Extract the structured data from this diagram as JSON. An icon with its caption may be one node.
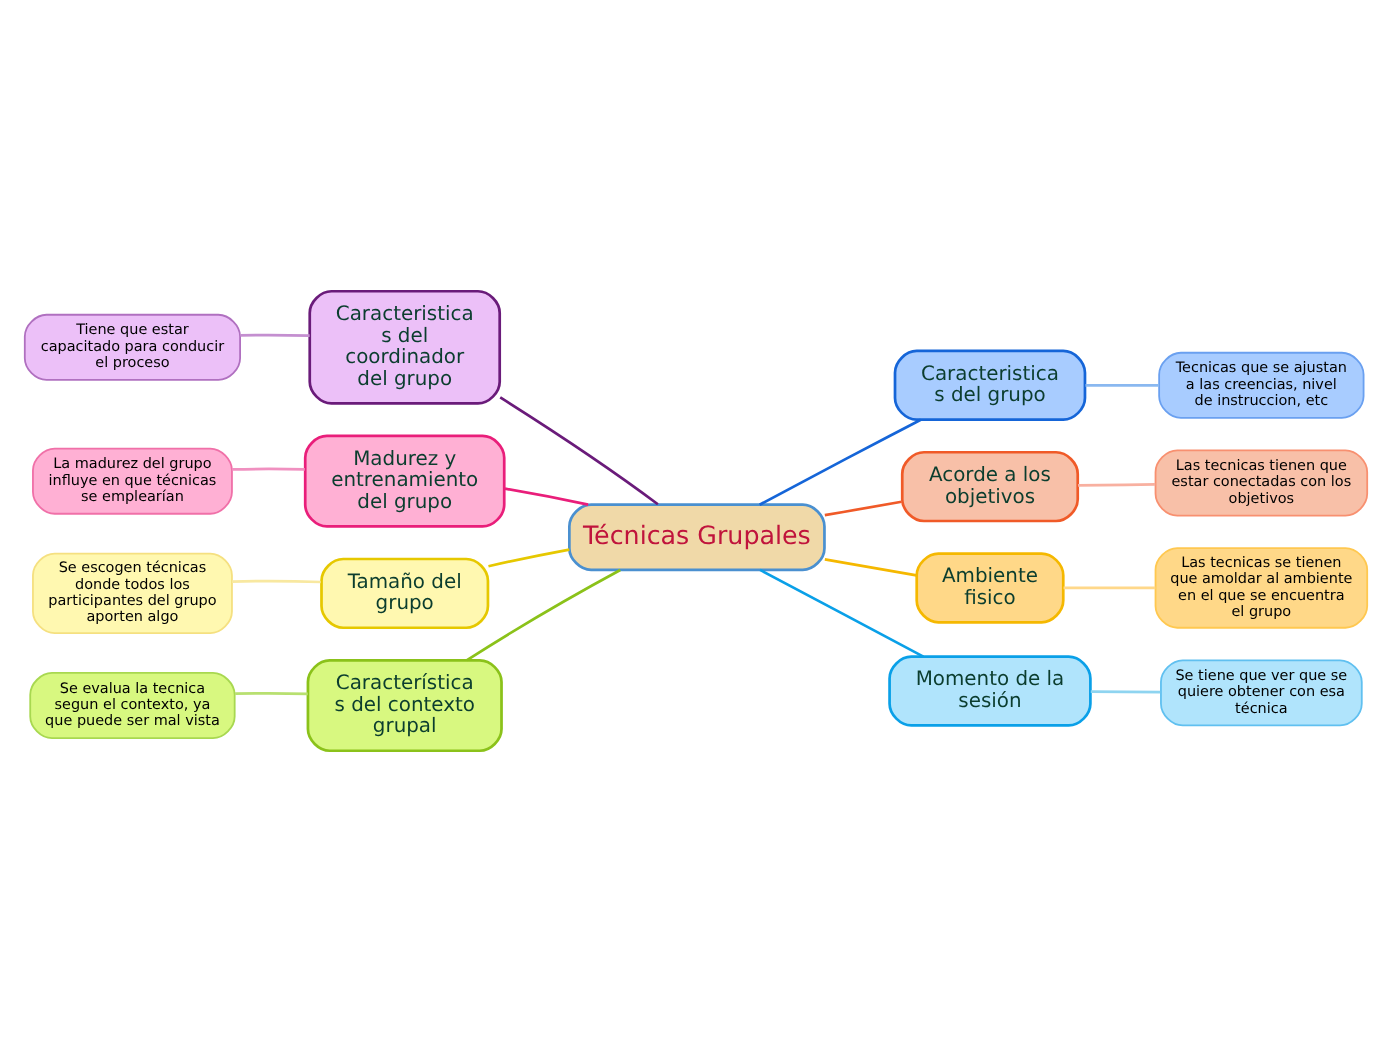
{
  "diagram": {
    "nodes": [
      {
        "text": [
          "Técnicas Grupales"
        ]
      },
      {
        "text": [
          "Caracteristicas del coordinador del grupo"
        ]
      },
      {
        "text": [
          "Tiene que estar capacitado para conducir el proceso"
        ]
      },
      {
        "text": [
          "Madurez y entrenamiento del grupo"
        ]
      },
      {
        "text": [
          "La madurez del grupo influye en que técnicas se emplearían"
        ]
      },
      {
        "text": [
          "Tamaño del grupo"
        ]
      },
      {
        "text": [
          "Se escogen técnicas donde todos los participantes del grupo aporten algo"
        ]
      },
      {
        "text": [
          "Características del contexto grupal"
        ]
      },
      {
        "text": [
          "Se evalua la tecnica segun el contexto, ya que puede ser mal vista"
        ]
      },
      {
        "text": [
          "Caracteristicas del grupo"
        ]
      },
      {
        "text": [
          "Tecnicas que se ajustan a las creencias, nivel de instruccion, etc"
        ]
      },
      {
        "text": [
          "Acorde a los objetivos"
        ]
      },
      {
        "text": [
          "Las tecnicas tienen que estar conectadas con los objetivos"
        ]
      },
      {
        "text": [
          "Ambiente fisico"
        ]
      },
      {
        "text": [
          "Las tecnicas se tienen que amoldar al ambiente en el que se encuentra el grupo"
        ]
      },
      {
        "text": [
          "Momento de la sesión"
        ]
      },
      {
        "text": [
          "Se tiene que ver que se quiere obtener con esa técnica"
        ]
      }
    ],
    "edges": [
      {
        "from": 0,
        "to": 1,
        "arrow": "none",
        "color": "#6a1b7a"
      },
      {
        "from": 1,
        "to": 2,
        "arrow": "none",
        "color": "#c48fd0"
      },
      {
        "from": 0,
        "to": 3,
        "arrow": "none",
        "color": "#e91e7a"
      },
      {
        "from": 3,
        "to": 4,
        "arrow": "none",
        "color": "#f090c0"
      },
      {
        "from": 0,
        "to": 5,
        "arrow": "none",
        "color": "#e6c800"
      },
      {
        "from": 5,
        "to": 6,
        "arrow": "none",
        "color": "#f8e8a0"
      },
      {
        "from": 0,
        "to": 7,
        "arrow": "none",
        "color": "#8bc21a"
      },
      {
        "from": 7,
        "to": 8,
        "arrow": "none",
        "color": "#b8e070"
      },
      {
        "from": 0,
        "to": 9,
        "arrow": "none",
        "color": "#1565d8"
      },
      {
        "from": 9,
        "to": 10,
        "arrow": "none",
        "color": "#8ab8f0"
      },
      {
        "from": 0,
        "to": 11,
        "arrow": "none",
        "color": "#f05a28"
      },
      {
        "from": 11,
        "to": 12,
        "arrow": "none",
        "color": "#f8b0a0"
      },
      {
        "from": 0,
        "to": 13,
        "arrow": "none",
        "color": "#f5b800"
      },
      {
        "from": 13,
        "to": 14,
        "arrow": "none",
        "color": "#ffd88a"
      },
      {
        "from": 0,
        "to": 15,
        "arrow": "none",
        "color": "#0aa0e8"
      },
      {
        "from": 15,
        "to": 16,
        "arrow": "none",
        "color": "#8ed4f0"
      }
    ]
  }
}
